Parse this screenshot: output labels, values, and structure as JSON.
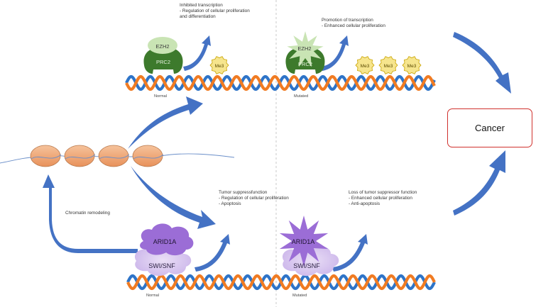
{
  "top_panel": {
    "normal": {
      "heading": "Inhibited transcription",
      "line1": "- Regulation of cellular proliferation",
      "line2": "and differentiation",
      "label": "Normal",
      "ezh2": "EZH2",
      "prc2": "PRC2",
      "me3": "Me3"
    },
    "mutated": {
      "heading": "Promotion of transcription",
      "line1": "- Enhanced cellular proliferation",
      "label": "Mutated",
      "ezh2": "EZH2",
      "prc2": "PRC2",
      "me3": [
        "Me3",
        "Me3",
        "Me3"
      ]
    }
  },
  "bottom_panel": {
    "normal": {
      "heading": "Tumor suppressfunction",
      "line1": "- Regulation of cellular proliferation",
      "line2": "- Apoptosis",
      "label": "Normal",
      "arid1a": "ARID1A",
      "swisnf": "SWI/SNF"
    },
    "mutated": {
      "heading": "Loss of tumor suppressor function",
      "line1": "- Enhanced cellular proliferation",
      "line2": "- Anti-apoptosis",
      "label": "Mutated",
      "arid1a": "ARID1A",
      "swisnf": "SWI/SNF"
    }
  },
  "chromatin_label": "Chromatin remodeling",
  "outcome": "Cancer",
  "colors": {
    "arrow_blue": "#4472c4",
    "dna_orange": "#f07b22",
    "dna_blue": "#2e74c8",
    "prc2_green": "#3d7a2c",
    "ezh2_green": "#c9e4b4",
    "me3_yellow": "#f6e58d",
    "arid1a_purple": "#9b6dd6",
    "swisnf_lilac": "#d8c6ee",
    "nucleosome": "#f2ad7c",
    "cancer_border": "#d0312d"
  }
}
